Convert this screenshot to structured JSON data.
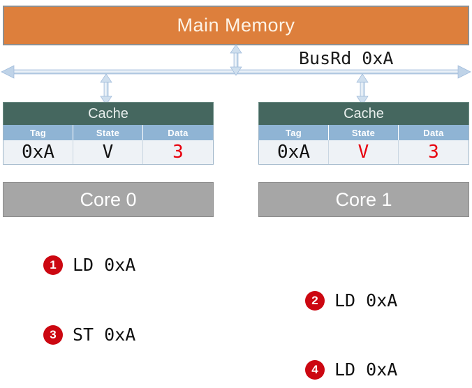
{
  "main_memory": {
    "label": "Main Memory",
    "color": "#DD7F3C"
  },
  "bus": {
    "operation_label": "BusRd 0xA",
    "line_color": "#A9C4DE"
  },
  "caches": [
    {
      "title": "Cache",
      "columns": [
        "Tag",
        "State",
        "Data"
      ],
      "row": {
        "tag": "0xA",
        "state": "V",
        "data": "3",
        "tag_color": "#111111",
        "state_color": "#111111",
        "data_color": "#E8000D"
      },
      "header_color": "#45675F",
      "column_header_color": "#8FB4D4"
    },
    {
      "title": "Cache",
      "columns": [
        "Tag",
        "State",
        "Data"
      ],
      "row": {
        "tag": "0xA",
        "state": "V",
        "data": "3",
        "tag_color": "#111111",
        "state_color": "#E8000D",
        "data_color": "#E8000D"
      },
      "header_color": "#45675F",
      "column_header_color": "#8FB4D4"
    }
  ],
  "cores": [
    {
      "label": "Core 0",
      "color": "#A6A6A6"
    },
    {
      "label": "Core 1",
      "color": "#A6A6A6"
    }
  ],
  "instructions": [
    {
      "number": "1",
      "text": "LD 0xA",
      "badge_color": "#CC0711"
    },
    {
      "number": "2",
      "text": "LD 0xA",
      "badge_color": "#CC0711"
    },
    {
      "number": "3",
      "text": "ST 0xA",
      "badge_color": "#CC0711"
    },
    {
      "number": "4",
      "text": "LD 0xA",
      "badge_color": "#CC0711"
    }
  ]
}
